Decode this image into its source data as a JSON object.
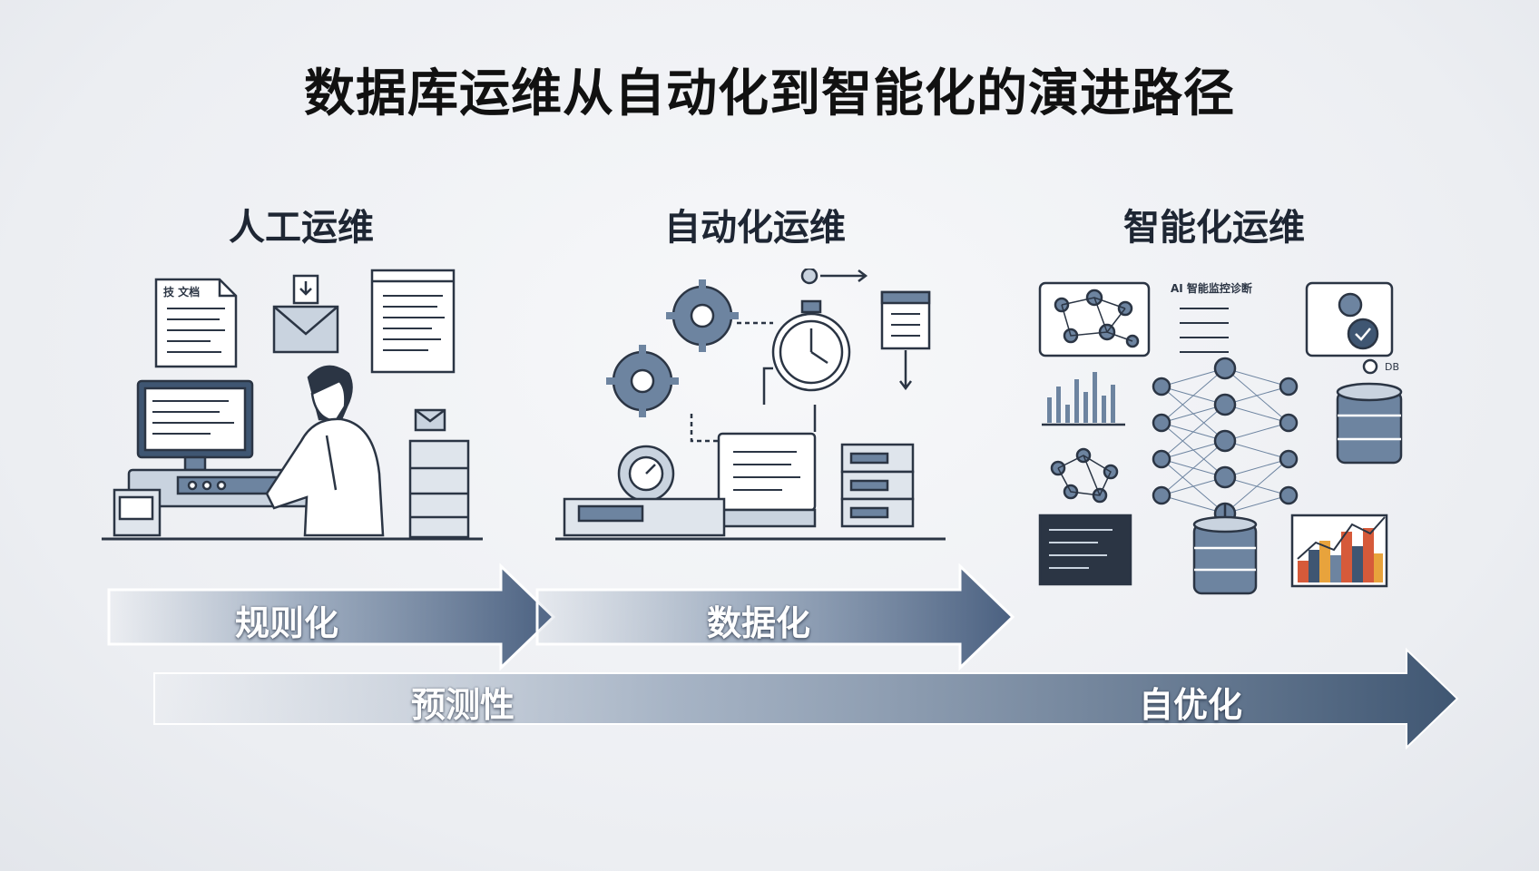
{
  "title": "数据库运维从自动化到智能化的演进路径",
  "stages": [
    {
      "title": "人工运维"
    },
    {
      "title": "自动化运维"
    },
    {
      "title": "智能化运维"
    }
  ],
  "arrows_top": [
    {
      "label": "规则化"
    },
    {
      "label": "数据化"
    }
  ],
  "arrow_bottom": {
    "label_left": "预测性",
    "label_right": "自优化"
  },
  "panel_snippets": {
    "doc_heading": "技 文档",
    "ai_heading": "AI 智能监控诊断",
    "db_tag": "DB"
  },
  "colors": {
    "navy": "#3f5672",
    "steel": "#6d84a0",
    "light": "#c9d3df",
    "outline": "#2b3544"
  }
}
